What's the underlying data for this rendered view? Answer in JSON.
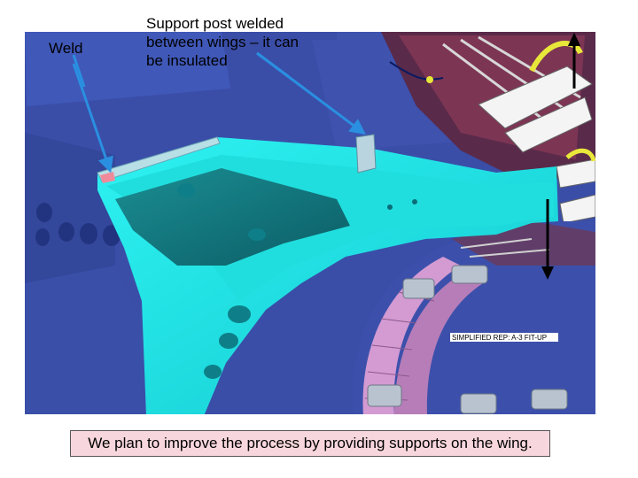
{
  "labels": {
    "weld": "Weld",
    "support_post_line1": "Support post welded",
    "support_post_line2": "between wings – it can",
    "support_post_line3": "be insulated"
  },
  "model_label": "SIMPLIFIED REP: A-3 FIT-UP",
  "bottom_note": "We plan to improve the process by providing supports on the wing.",
  "colors": {
    "background_blue": "#3b4fa6",
    "wing_cyan": "#19e6e6",
    "callout_arrow": "#2a8fe0",
    "coil_pink": "#c38ac0",
    "note_fill": "#f7d7dd"
  }
}
